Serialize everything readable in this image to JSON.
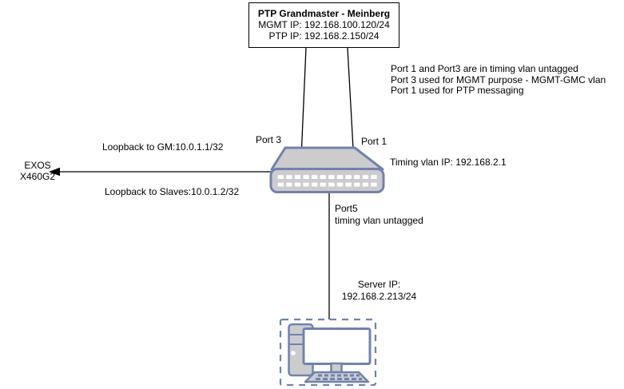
{
  "grandmaster": {
    "title": "PTP Grandmaster - Meinberg",
    "mgmt_ip": "MGMT IP: 192.168.100.120/24",
    "ptp_ip": "PTP IP: 192.168.2.150/24"
  },
  "notes": [
    "Port 1 and Port3 are in timing vlan untagged",
    "Port 3 used for MGMT purpose - MGMT-GMC vlan",
    "Port 1 used for PTP messaging"
  ],
  "switch_node": {
    "port3_label": "Port 3",
    "port1_label": "Port 1",
    "port5_label": "Port5",
    "port5_note": "timing vlan untagged",
    "timing_vlan_ip": "Timing vlan IP: 192.168.2.1",
    "loopback_gm": "Loopback to GM:10.0.1.1/32",
    "loopback_slaves": "Loopback to Slaves:10.0.1.2/32"
  },
  "exos": {
    "line1": "EXOS",
    "line2": "X460G2"
  },
  "server": {
    "label": "Server IP:",
    "ip": "192.168.2.213/24"
  },
  "colors": {
    "shape_stroke": "#6f83b1",
    "shape_fill": "#cccccc",
    "connector": "#000000",
    "background": "#ffffff"
  }
}
